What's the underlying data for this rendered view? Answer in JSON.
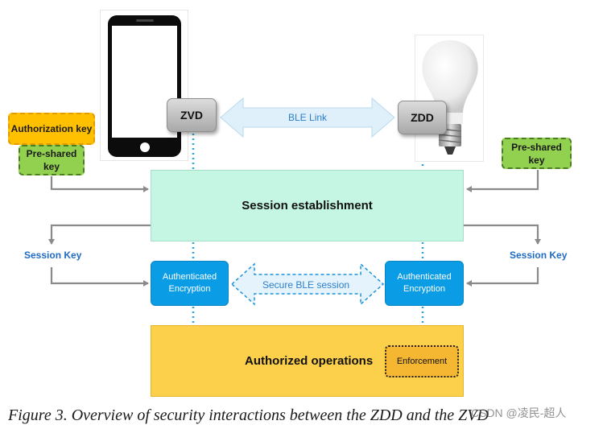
{
  "devices": {
    "zvd_label": "ZVD",
    "zdd_label": "ZDD",
    "phone_icon": "smartphone-icon",
    "bulb_icon": "light-bulb-icon"
  },
  "links": {
    "ble_link": "BLE Link",
    "secure_ble_session": "Secure BLE session"
  },
  "keys": {
    "authorization_key": "Authorization key",
    "preshared_key_left": "Pre-shared key",
    "preshared_key_right": "Pre-shared key",
    "session_key_left": "Session Key",
    "session_key_right": "Session Key"
  },
  "blocks": {
    "session_establishment": "Session establishment",
    "authenticated_encryption_left": "Authenticated Encryption",
    "authenticated_encryption_right": "Authenticated Encryption",
    "authorized_operations": "Authorized operations",
    "enforcement": "Enforcement"
  },
  "caption": "Figure 3. Overview of security interactions between the ZDD and the ZVD",
  "watermark": "CSDN @凌民-超人",
  "colors": {
    "authorization_key": "#ffc000",
    "preshared_key": "#92d050",
    "session_establishment": "#c5f5e3",
    "authenticated_encryption": "#0b9ce6",
    "authorized_operations": "#fcd04a",
    "enforcement": "#f5b631",
    "ble_arrow": "#dff0fb",
    "link_text": "#2c7fc9",
    "session_key_text": "#1f6bc4"
  }
}
